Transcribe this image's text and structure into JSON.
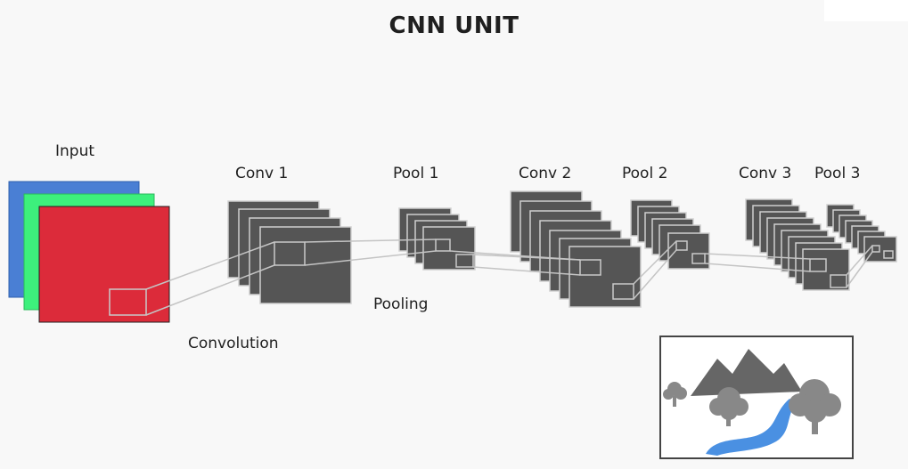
{
  "title": "CNN UNIT",
  "labels": {
    "input": "Input",
    "conv1": "Conv 1",
    "pool1": "Pool 1",
    "conv2": "Conv 2",
    "pool2": "Pool 2",
    "conv3": "Conv 3",
    "pool3": "Pool 3",
    "convolution": "Convolution",
    "pooling": "Pooling"
  },
  "colors": {
    "input_blue": "#4a7fd4",
    "input_green": "#3df07c",
    "input_red": "#dc2b3a",
    "feature_map": "#555555",
    "river": "#4a90e2",
    "landscape_gray": "#666666"
  },
  "icons": [
    "landscape-icon"
  ]
}
